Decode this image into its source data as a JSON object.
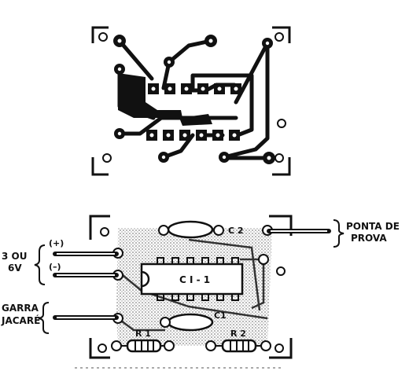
{
  "pcb_top": {
    "description_shown": ""
  },
  "assembly": {
    "label_power": "3 OU\n6V",
    "label_plus": "(+)",
    "label_minus": "(–)",
    "label_clip": "GARRA\nJACARÉ",
    "label_probe": "PONTA DE\nPROVA",
    "label_ic": "C I - 1",
    "label_c1": "C1",
    "label_c2": "C 2",
    "label_r1": "R 1",
    "label_r2": "R 2"
  },
  "colors": {
    "ink": "#111111",
    "paper": "#ffffff"
  }
}
